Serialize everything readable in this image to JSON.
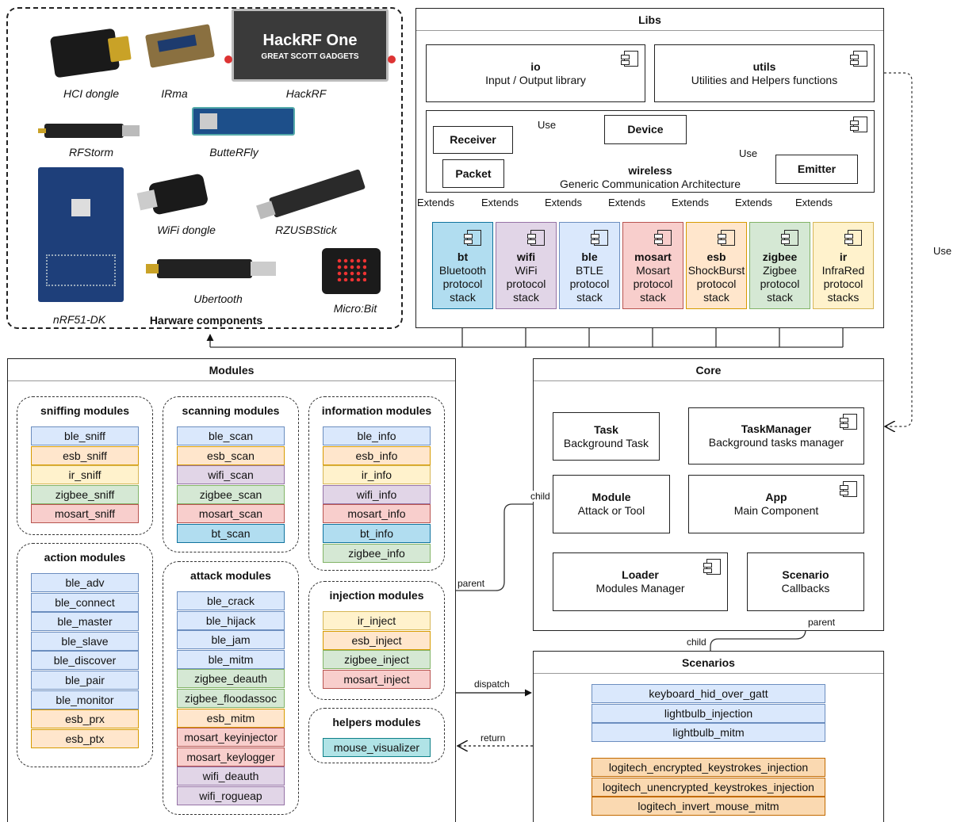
{
  "colors": {
    "ble": "#dae8fc",
    "esb": "#ffe6cc",
    "ir": "#fff2cc",
    "zigbee": "#d5e8d4",
    "mosart": "#f8cecc",
    "wifi": "#e1d5e7",
    "bt": "#b1ddf0",
    "helper": "#b0e3e6",
    "scenario_blue": "#dae8fc",
    "scenario_orange": "#fad9b1",
    "edge_ble": "#6c8ebf",
    "edge_esb": "#d79b00",
    "edge_ir": "#d6b656",
    "edge_zigbee": "#82b366",
    "edge_mosart": "#b85450",
    "edge_wifi": "#9673a6",
    "edge_bt": "#10739e",
    "edge_helper": "#0e8088"
  },
  "hardware": {
    "title": "Harware components",
    "devices": [
      "HCI dongle",
      "IRma",
      "HackRF",
      "RFStorm",
      "ButteRFly",
      "nRF51-DK",
      "WiFi dongle",
      "RZUSBStick",
      "Ubertooth",
      "Micro:Bit"
    ],
    "hackrf_brand": "HackRF One",
    "hackrf_sub": "GREAT SCOTT GADGETS"
  },
  "libs": {
    "title": "Libs",
    "io": {
      "name": "io",
      "desc": "Input / Output library"
    },
    "utils": {
      "name": "utils",
      "desc": "Utilities and Helpers functions"
    },
    "wireless": {
      "name": "wireless",
      "desc": "Generic Communication Architecture",
      "receiver": "Receiver",
      "packet": "Packet",
      "device": "Device",
      "emitter": "Emitter",
      "use": "Use"
    },
    "extends": "Extends",
    "stacks": [
      {
        "name": "bt",
        "l1": "Bluetooth",
        "l2": "protocol",
        "l3": "stack"
      },
      {
        "name": "wifi",
        "l1": "WiFi",
        "l2": "protocol",
        "l3": "stack"
      },
      {
        "name": "ble",
        "l1": "BTLE",
        "l2": "protocol",
        "l3": "stack"
      },
      {
        "name": "mosart",
        "l1": "Mosart",
        "l2": "protocol",
        "l3": "stack"
      },
      {
        "name": "esb",
        "l1": "ShockBurst",
        "l2": "protocol",
        "l3": "stack"
      },
      {
        "name": "zigbee",
        "l1": "Zigbee",
        "l2": "protocol",
        "l3": "stack"
      },
      {
        "name": "ir",
        "l1": "InfraRed",
        "l2": "protocol",
        "l3": "stacks"
      }
    ]
  },
  "use_label": "Use",
  "core": {
    "title": "Core",
    "task": {
      "name": "Task",
      "desc": "Background Task"
    },
    "taskmanager": {
      "name": "TaskManager",
      "desc": "Background tasks manager"
    },
    "module": {
      "name": "Module",
      "desc": "Attack or Tool"
    },
    "app": {
      "name": "App",
      "desc": "Main Component"
    },
    "loader": {
      "name": "Loader",
      "desc": "Modules Manager"
    },
    "scenario": {
      "name": "Scenario",
      "desc": "Callbacks"
    }
  },
  "edges": {
    "child": "child",
    "parent": "parent",
    "dispatch": "dispatch",
    "return": "return"
  },
  "modules": {
    "title": "Modules",
    "sniffing": {
      "title": "sniffing modules",
      "items": [
        [
          "ble_sniff",
          "ble"
        ],
        [
          "esb_sniff",
          "esb"
        ],
        [
          "ir_sniff",
          "ir"
        ],
        [
          "zigbee_sniff",
          "zigbee"
        ],
        [
          "mosart_sniff",
          "mosart"
        ]
      ]
    },
    "action": {
      "title": "action modules",
      "items": [
        [
          "ble_adv",
          "ble"
        ],
        [
          "ble_connect",
          "ble"
        ],
        [
          "ble_master",
          "ble"
        ],
        [
          "ble_slave",
          "ble"
        ],
        [
          "ble_discover",
          "ble"
        ],
        [
          "ble_pair",
          "ble"
        ],
        [
          "ble_monitor",
          "ble"
        ],
        [
          "esb_prx",
          "esb"
        ],
        [
          "esb_ptx",
          "esb"
        ]
      ]
    },
    "scanning": {
      "title": "scanning modules",
      "items": [
        [
          "ble_scan",
          "ble"
        ],
        [
          "esb_scan",
          "esb"
        ],
        [
          "wifi_scan",
          "wifi"
        ],
        [
          "zigbee_scan",
          "zigbee"
        ],
        [
          "mosart_scan",
          "mosart"
        ],
        [
          "bt_scan",
          "bt"
        ]
      ]
    },
    "attack": {
      "title": "attack modules",
      "items": [
        [
          "ble_crack",
          "ble"
        ],
        [
          "ble_hijack",
          "ble"
        ],
        [
          "ble_jam",
          "ble"
        ],
        [
          "ble_mitm",
          "ble"
        ],
        [
          "zigbee_deauth",
          "zigbee"
        ],
        [
          "zigbee_floodassoc",
          "zigbee"
        ],
        [
          "esb_mitm",
          "esb"
        ],
        [
          "mosart_keyinjector",
          "mosart"
        ],
        [
          "mosart_keylogger",
          "mosart"
        ],
        [
          "wifi_deauth",
          "wifi"
        ],
        [
          "wifi_rogueap",
          "wifi"
        ]
      ]
    },
    "information": {
      "title": "information modules",
      "items": [
        [
          "ble_info",
          "ble"
        ],
        [
          "esb_info",
          "esb"
        ],
        [
          "ir_info",
          "ir"
        ],
        [
          "wifi_info",
          "wifi"
        ],
        [
          "mosart_info",
          "mosart"
        ],
        [
          "bt_info",
          "bt"
        ],
        [
          "zigbee_info",
          "zigbee"
        ]
      ]
    },
    "injection": {
      "title": "injection modules",
      "items": [
        [
          "ir_inject",
          "ir"
        ],
        [
          "esb_inject",
          "esb"
        ],
        [
          "zigbee_inject",
          "zigbee"
        ],
        [
          "mosart_inject",
          "mosart"
        ]
      ]
    },
    "helpers": {
      "title": "helpers modules",
      "items": [
        [
          "mouse_visualizer",
          "helper"
        ]
      ]
    }
  },
  "scenarios": {
    "title": "Scenarios",
    "blue": [
      "keyboard_hid_over_gatt",
      "lightbulb_injection",
      "lightbulb_mitm"
    ],
    "orange": [
      "logitech_encrypted_keystrokes_injection",
      "logitech_unencrypted_keystrokes_injection",
      "logitech_invert_mouse_mitm"
    ]
  }
}
